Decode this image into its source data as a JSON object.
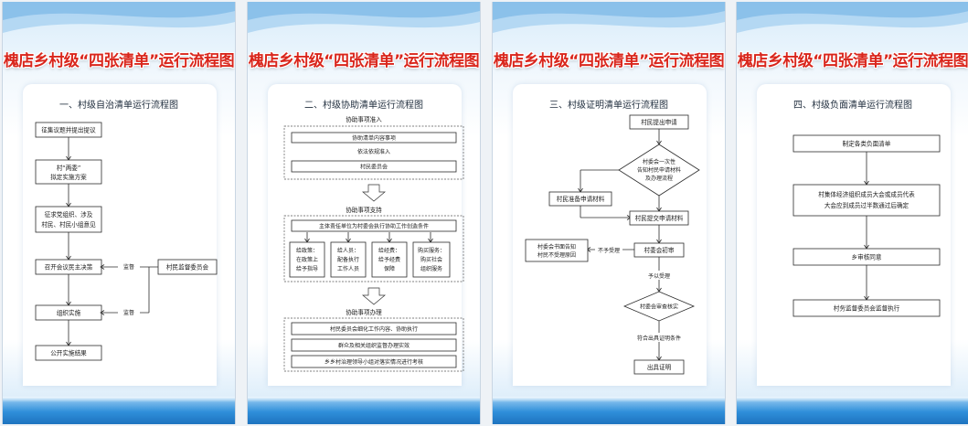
{
  "posters": [
    {
      "title": "槐店乡村级“四张清单”运行流程图",
      "subtitle": "一、村级自治清单运行流程图",
      "nodes": {
        "n1": "征集议题并提出提议",
        "n2a": "村“两委”",
        "n2b": "拟定实施方案",
        "n3a": "征求党组织、涉及",
        "n3b": "村民、村民小组意见",
        "n4": "召开会议民主决策",
        "n5": "组织实施",
        "n6": "公开实施结果",
        "side": "村民监督委员会",
        "sup1": "监督",
        "sup2": "监督"
      }
    },
    {
      "title": "槐店乡村级“四张清单”运行流程图",
      "subtitle": "二、村级协助清单运行流程图",
      "sec1": "协助事项准入",
      "a1": "协助清单内容事项",
      "a2": "依法依规准入",
      "a3": "村民委员会",
      "sec2": "协助事项支持",
      "b0": "主体责任单位为村委会执行协助工作创造条件",
      "b1": [
        "给政策：",
        "在政策上",
        "给予指导"
      ],
      "b2": [
        "给人员：",
        "配备执行",
        "工作人员"
      ],
      "b3": [
        "给经费：",
        "给予经费",
        "保障"
      ],
      "b4": [
        "购买服务：",
        "购买社会",
        "组织服务"
      ],
      "sec3": "协助事项办理",
      "c1": "村民委员会细化工作内容、协助执行",
      "c2": "群众及相关组织监督办理实效",
      "c3": "乡乡村治理领导小组对落实情况进行考核"
    },
    {
      "title": "槐店乡村级“四张清单”运行流程图",
      "subtitle": "三、村级证明清单运行流程图",
      "s1": "村民提出申请",
      "d1": [
        "村委会一次性",
        "告知村民申请材料",
        "及办理流程"
      ],
      "s2": "村民准备申请材料",
      "s3": "村民提交申请材料",
      "s4": "村委会初审",
      "s5": [
        "村委会书面告知",
        "村民不受理原因"
      ],
      "l1": "不予受理",
      "l2": "予以受理",
      "d2": "村委会审查核实",
      "l3": "符合出具证明条件",
      "s6": "出具证明"
    },
    {
      "title": "槐店乡村级“四张清单”运行流程图",
      "subtitle": "四、村级负面清单运行流程图",
      "n1": "制定各类负面清单",
      "n2a": "村集体经济组织成员大会或成员代表",
      "n2b": "大会应到成员过半数通过后确定",
      "n3": "乡审核同意",
      "n4": "村务监督委员会监督执行"
    }
  ],
  "colors": {
    "title_red": "#d9261c",
    "band_blue": "#2f8fda"
  }
}
